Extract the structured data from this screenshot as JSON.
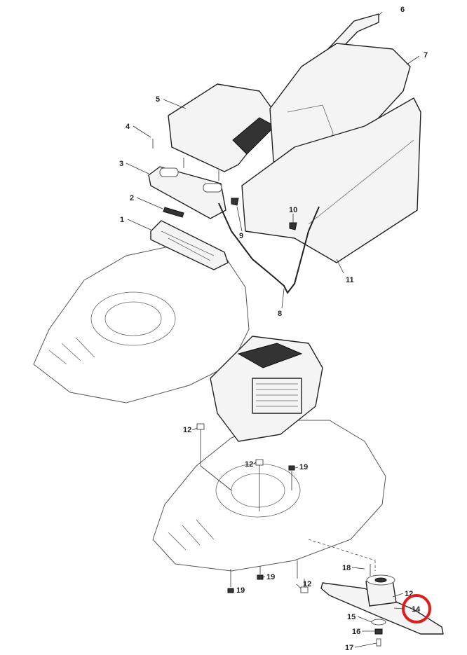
{
  "callouts": [
    "1",
    "2",
    "3",
    "4",
    "5",
    "6",
    "7",
    "8",
    "9",
    "10",
    "11",
    "12",
    "12",
    "12",
    "12",
    "14",
    "15",
    "16",
    "17",
    "18",
    "19",
    "19",
    "19"
  ],
  "highlight": {
    "label_index": 15,
    "color": "#e01b1b"
  },
  "colors": {
    "line": "#222222",
    "fill": "#f4f4f4"
  }
}
